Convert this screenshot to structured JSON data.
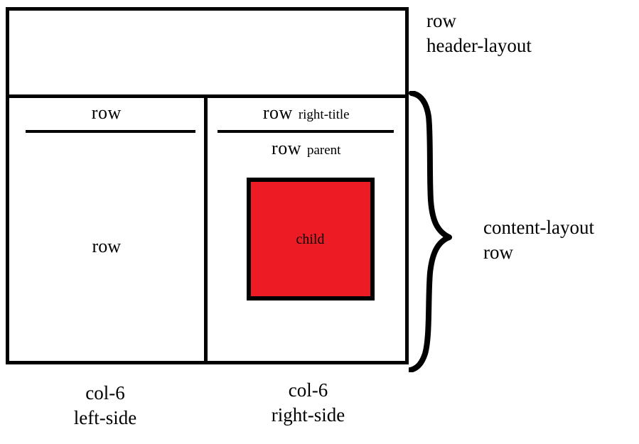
{
  "diagram": {
    "title": "bootstrap grid layout wireframe",
    "colors": {
      "child_box_fill": "#ED1C24",
      "stroke": "#000000",
      "background": "#FFFFFF"
    },
    "header": {
      "annotation_line1": "row",
      "annotation_line2": "header-layout"
    },
    "content": {
      "annotation_line1": "content-layout",
      "annotation_line2": "row",
      "brace": "right-curly-brace"
    },
    "left_column": {
      "title": "row",
      "body_label": "row",
      "bottom_annotation_line1": "col-6",
      "bottom_annotation_line2": "left-side"
    },
    "right_column": {
      "title_main": "row",
      "title_sub": "right-title",
      "parent_main": "row",
      "parent_sub": "parent",
      "child_label": "child",
      "bottom_annotation_line1": "col-6",
      "bottom_annotation_line2": "right-side"
    }
  }
}
